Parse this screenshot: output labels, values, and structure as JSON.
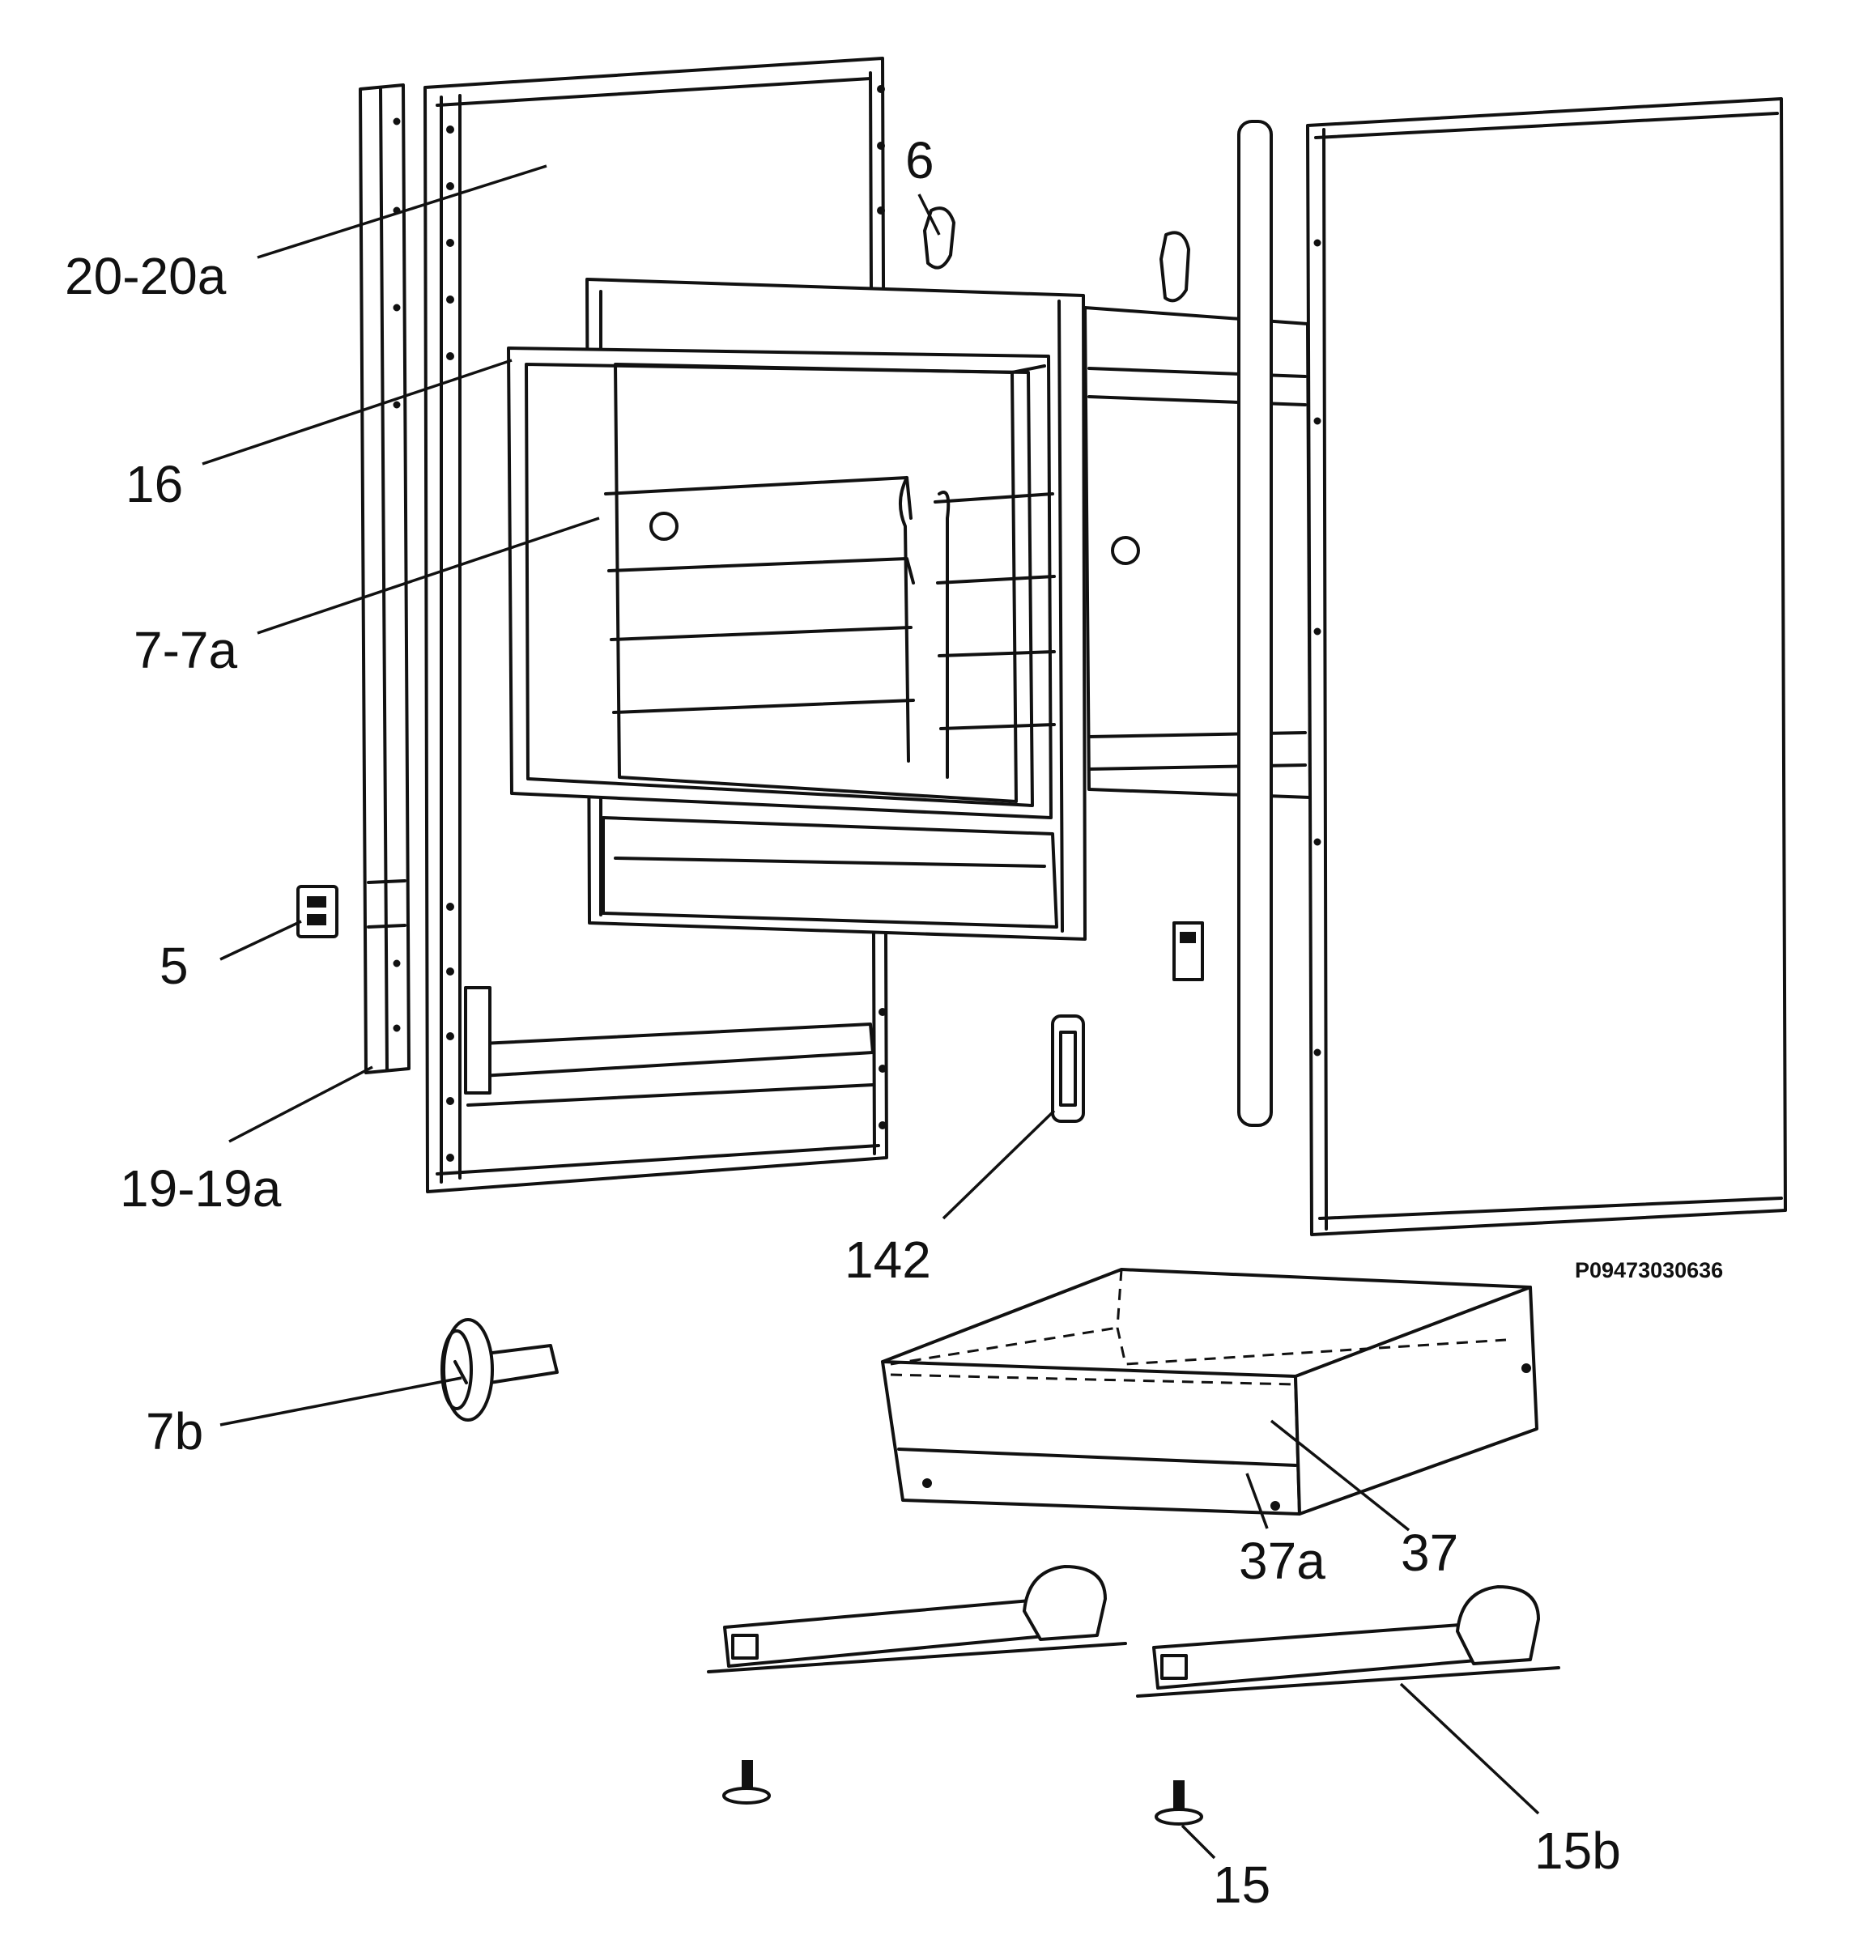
{
  "diagram": {
    "drawing_code": "P09473030636",
    "callouts": [
      {
        "id": "20-20a",
        "text": "20-20a"
      },
      {
        "id": "6",
        "text": "6"
      },
      {
        "id": "16",
        "text": "16"
      },
      {
        "id": "7-7a",
        "text": "7-7a"
      },
      {
        "id": "5",
        "text": "5"
      },
      {
        "id": "19-19a",
        "text": "19-19a"
      },
      {
        "id": "142",
        "text": "142"
      },
      {
        "id": "7b",
        "text": "7b"
      },
      {
        "id": "37a",
        "text": "37a"
      },
      {
        "id": "37",
        "text": "37"
      },
      {
        "id": "15",
        "text": "15"
      },
      {
        "id": "15b",
        "text": "15b"
      }
    ]
  }
}
